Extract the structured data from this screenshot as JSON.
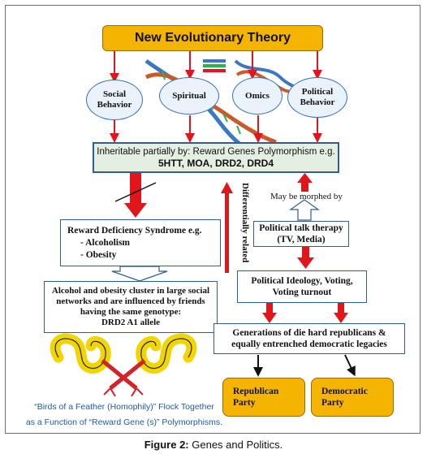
{
  "title": "New Evolutionary Theory",
  "ellipses": {
    "social": "Social Behavior",
    "spiritual": "Spiritual",
    "omics": "Omics",
    "political": "Political Behavior"
  },
  "heritable": {
    "line1": "Inheritable partially by: Reward Genes Polymorphism e.g.",
    "line2": "5HTT, MOA, DRD2, DRD4"
  },
  "rds": {
    "heading": "Reward Deficiency Syndrome e.g.",
    "item1": "-    Alcoholism",
    "item2": "-    Obesity"
  },
  "cluster": {
    "text": "Alcohol and obesity cluster in large social networks and are influenced by friends having the same genotype:",
    "allele": "DRD2 A1 allele"
  },
  "morphed": "May be morphed by",
  "differentially": "Differentially related",
  "talk": {
    "line1": "Political talk therapy",
    "line2": "(TV, Media)"
  },
  "ideology": {
    "line1": "Political Ideology, Voting,",
    "line2": "Voting turnout"
  },
  "generations": {
    "line1": "Generations of die hard republicans &",
    "line2": "equally entrenched democratic legacies"
  },
  "parties": {
    "republican": "Republican Party",
    "democratic": "Democratic Party"
  },
  "birds_caption": {
    "line1": "“Birds of a Feather (Homophily)” Flock Together",
    "line2": "as a Function of “Reward Gene (s)” Polymorphisms."
  },
  "figure_caption": {
    "label": "Figure 2:",
    "text": " Genes and Politics."
  },
  "colors": {
    "accent": "#f5b400",
    "arrow": "#e0161c",
    "box_border": "#2f5e8f",
    "ellipse_fill": "#eaf2fb",
    "heritable_fill": "#e4efe1",
    "caption_blue": "#1f5aa8"
  }
}
